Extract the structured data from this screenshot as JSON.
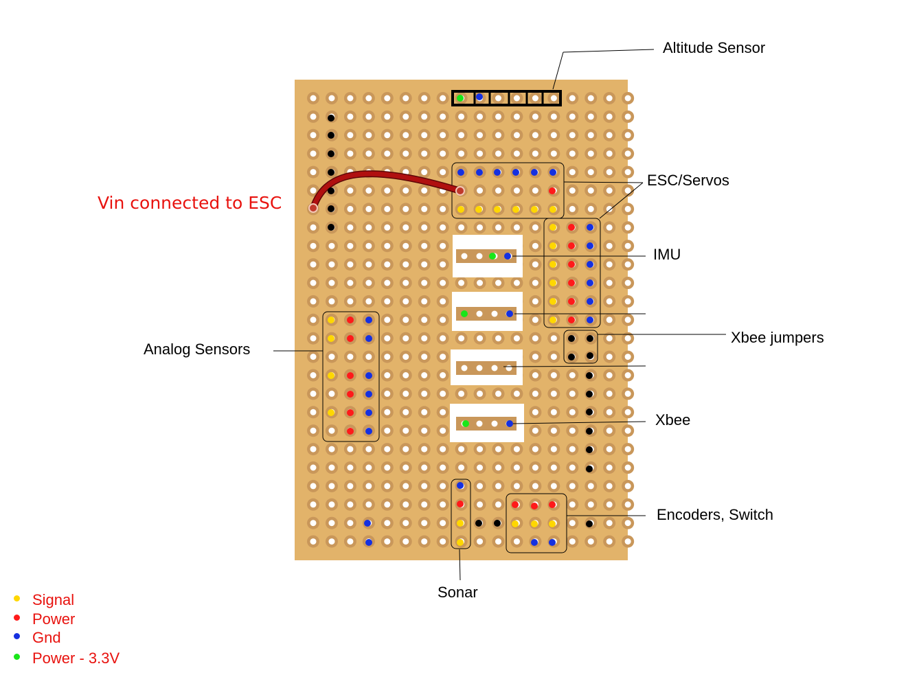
{
  "labels": {
    "altitude": "Altitude Sensor",
    "esc": "ESC/Servos",
    "imu": "IMU",
    "xbee_jumpers": "Xbee jumpers",
    "xbee": "Xbee",
    "encoders": "Encoders, Switch",
    "sonar": "Sonar",
    "analog": "Analog Sensors",
    "vin": "Vin connected to ESC"
  },
  "legend": [
    {
      "label": "Signal",
      "color": "#ffd700"
    },
    {
      "label": "Power",
      "color": "#ff1a1a"
    },
    {
      "label": "Gnd",
      "color": "#1530e0"
    },
    {
      "label": "Power - 3.3V",
      "color": "#19e619"
    }
  ],
  "colors": {
    "board": "#e2b36a",
    "pad": "#c9975a",
    "hole": "#ffffff",
    "wire": "#a90f0f",
    "black": "#000000"
  }
}
